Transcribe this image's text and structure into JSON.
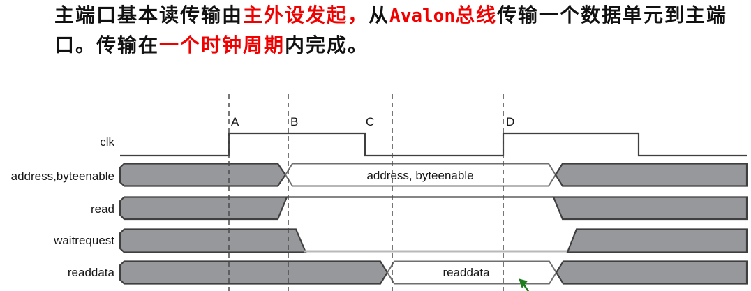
{
  "paragraph": {
    "line1": [
      {
        "text": "主端口基本读传输由"
      },
      {
        "text": "主外设发起，"
      },
      {
        "text": "从"
      },
      {
        "text": "Avalon"
      },
      {
        "text": "总线"
      },
      {
        "text": "传输一个数据单元到主端"
      }
    ],
    "line2": [
      {
        "text": "口。传输在"
      },
      {
        "text": "一个时钟周期"
      },
      {
        "text": "内完成。"
      }
    ]
  },
  "diagram": {
    "markers": {
      "a": "A",
      "b": "B",
      "c": "C",
      "d": "D"
    },
    "signals": {
      "clk": {
        "label": "clk"
      },
      "address_byteenable": {
        "label": "address,byteenable",
        "valid_label": "address, byteenable"
      },
      "read": {
        "label": "read"
      },
      "waitrequest": {
        "label": "waitrequest"
      },
      "readdata": {
        "label": "readdata",
        "valid_label": "readdata"
      }
    },
    "colors": {
      "bus_undefined_gray": "#97989b",
      "waveform_line": "#3f3f3f",
      "waitrequest_low_line": "#b8b9bb",
      "highlight_red": "#f10000",
      "pointer_green": "#1e7d1e"
    }
  }
}
